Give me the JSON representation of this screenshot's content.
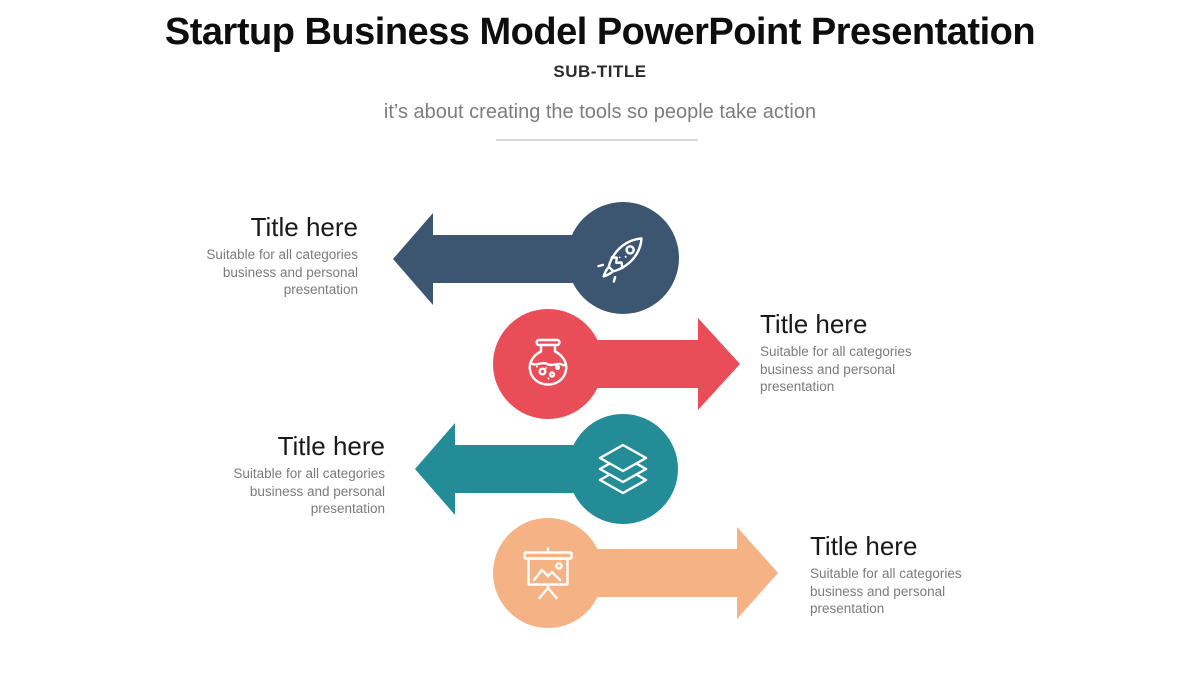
{
  "header": {
    "title": "Startup Business Model PowerPoint Presentation",
    "subtitle": "SUB-TITLE",
    "tagline": "it’s about creating the tools so people take action"
  },
  "items": [
    {
      "title": "Title here",
      "description": "Suitable for all categories business and personal presentation",
      "color": "#3C5570",
      "icon": "rocket",
      "direction": "left"
    },
    {
      "title": "Title here",
      "description": "Suitable for all categories business and personal presentation",
      "color": "#E94E58",
      "icon": "flask",
      "direction": "right"
    },
    {
      "title": "Title here",
      "description": "Suitable for all categories business and personal presentation",
      "color": "#238C97",
      "icon": "layers",
      "direction": "left"
    },
    {
      "title": "Title here",
      "description": "Suitable for all categories business and personal presentation",
      "color": "#F5B285",
      "icon": "presentation-screen",
      "direction": "right"
    }
  ]
}
